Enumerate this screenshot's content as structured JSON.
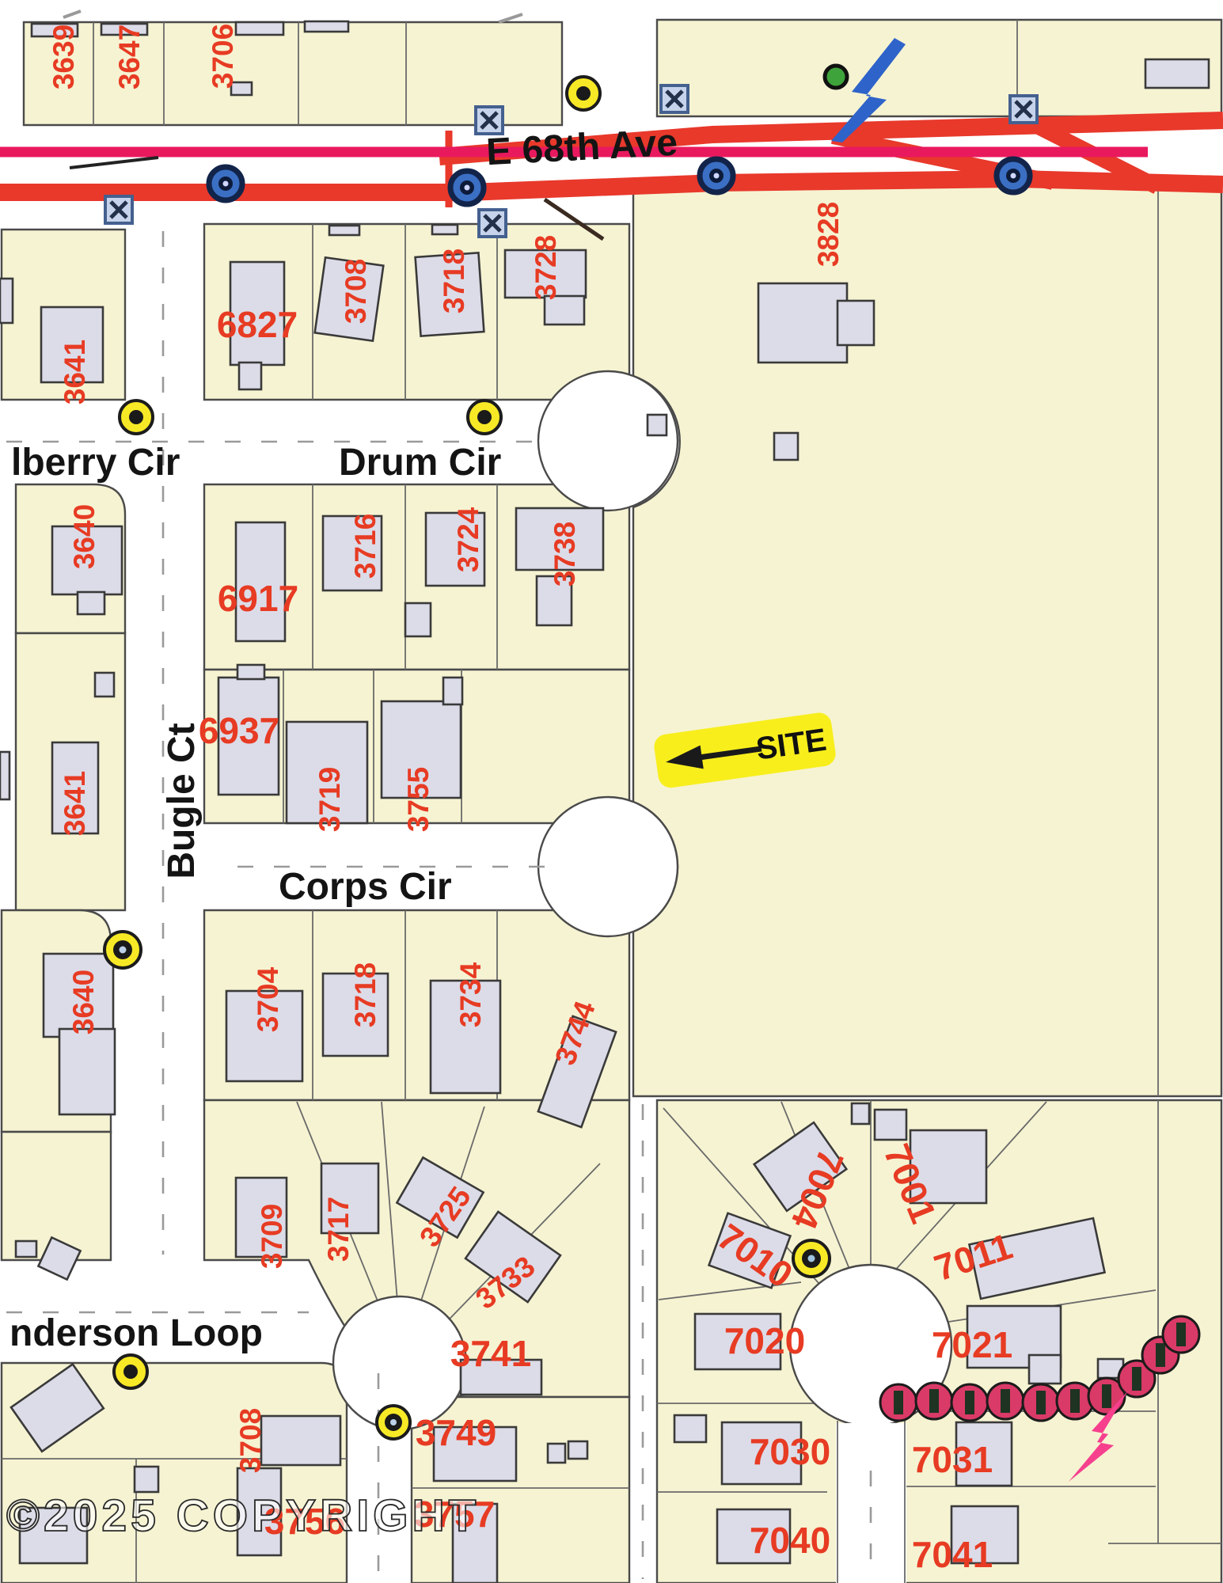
{
  "map": {
    "watermark": "©2025 COPYRIGHT",
    "site_label": "SITE",
    "streets": {
      "e68th": "E 68th Ave",
      "mulberry": "lberry Cir",
      "drum": "Drum Cir",
      "bugle": "Bugle Ct",
      "corps": "Corps Cir",
      "henderson": "nderson Loop"
    },
    "lots": [
      "3639",
      "3647",
      "3706",
      "6827",
      "3708",
      "3718",
      "3728",
      "3828",
      "3641",
      "3640",
      "6917",
      "3716",
      "3724",
      "3738",
      "3641",
      "6937",
      "3719",
      "3755",
      "3640",
      "3704",
      "3718",
      "3734",
      "3744",
      "3709",
      "3717",
      "3725",
      "3733",
      "3741",
      "3708",
      "3756",
      "3749",
      "3757",
      "7010",
      "7004",
      "7001",
      "7011",
      "7020",
      "7021",
      "7030",
      "7031",
      "7040",
      "7041"
    ],
    "symbols": {
      "manhole_yellow": "yellow-circle-black-center",
      "utility_blue": "blue-ringed-circle",
      "junction_box": "square-with-x",
      "green_marker": "green-circle",
      "lightning_blue": "blue-lightning-bolt",
      "lightning_pink": "pink-lightning-bolt",
      "power_bead_chain": "row-of-pink-beads"
    },
    "colors": {
      "parcel": "#f6f3d2",
      "building": "#dcdce8",
      "lot_number": "#e73b23",
      "road_red": "#e8392b",
      "road_magenta": "#e9195e",
      "street_text": "#141414",
      "site_yellow": "#f8ee1c",
      "bead_pink": "#da3a67",
      "lightning_blue": "#2e63c9",
      "lightning_pink": "#f6408e",
      "marker_yellow": "#f7e926",
      "marker_green": "#3fa33b"
    }
  }
}
